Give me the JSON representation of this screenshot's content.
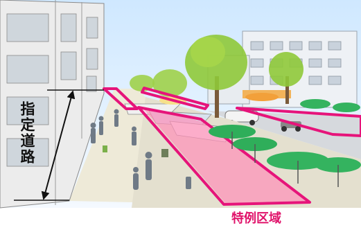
{
  "labels": {
    "designated_road": "指定道路",
    "special_zone": "特例区域"
  },
  "colors": {
    "zone_outline": "#e6147a",
    "zone_fill": "#ff8fb8",
    "caption": "#e0126a",
    "umbrella": "#2fae5a",
    "tree": "#8fc93a",
    "sky": "#dff0ff"
  },
  "icons": {
    "dimension_arrow": "double-headed-arrow"
  }
}
